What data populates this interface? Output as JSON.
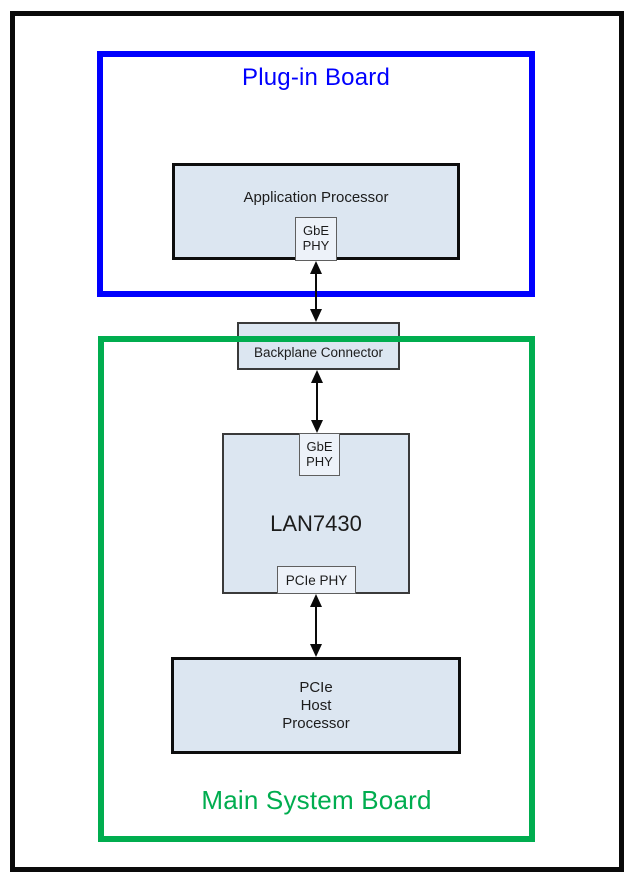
{
  "colors": {
    "plug_in_board_accent": "#0000fe",
    "main_system_board_accent": "#00ad4f",
    "block_fill": "#dce6f1",
    "phy_block_fill": "#edf2f9",
    "outer_frame": "#0a0a0a"
  },
  "boards": {
    "plug_in": {
      "title": "Plug-in Board"
    },
    "main_system": {
      "title": "Main System Board"
    }
  },
  "blocks": {
    "app_processor": {
      "label": "Application Processor",
      "gbe_phy": {
        "line1": "GbE",
        "line2": "PHY"
      }
    },
    "backplane_connector": {
      "label": "Backplane Connector"
    },
    "lan7430": {
      "label": "LAN7430",
      "gbe_phy": {
        "line1": "GbE",
        "line2": "PHY"
      },
      "pcie_phy_label": "PCIe PHY"
    },
    "pcie_host": {
      "line1": "PCIe",
      "line2": "Host",
      "line3": "Processor"
    }
  }
}
